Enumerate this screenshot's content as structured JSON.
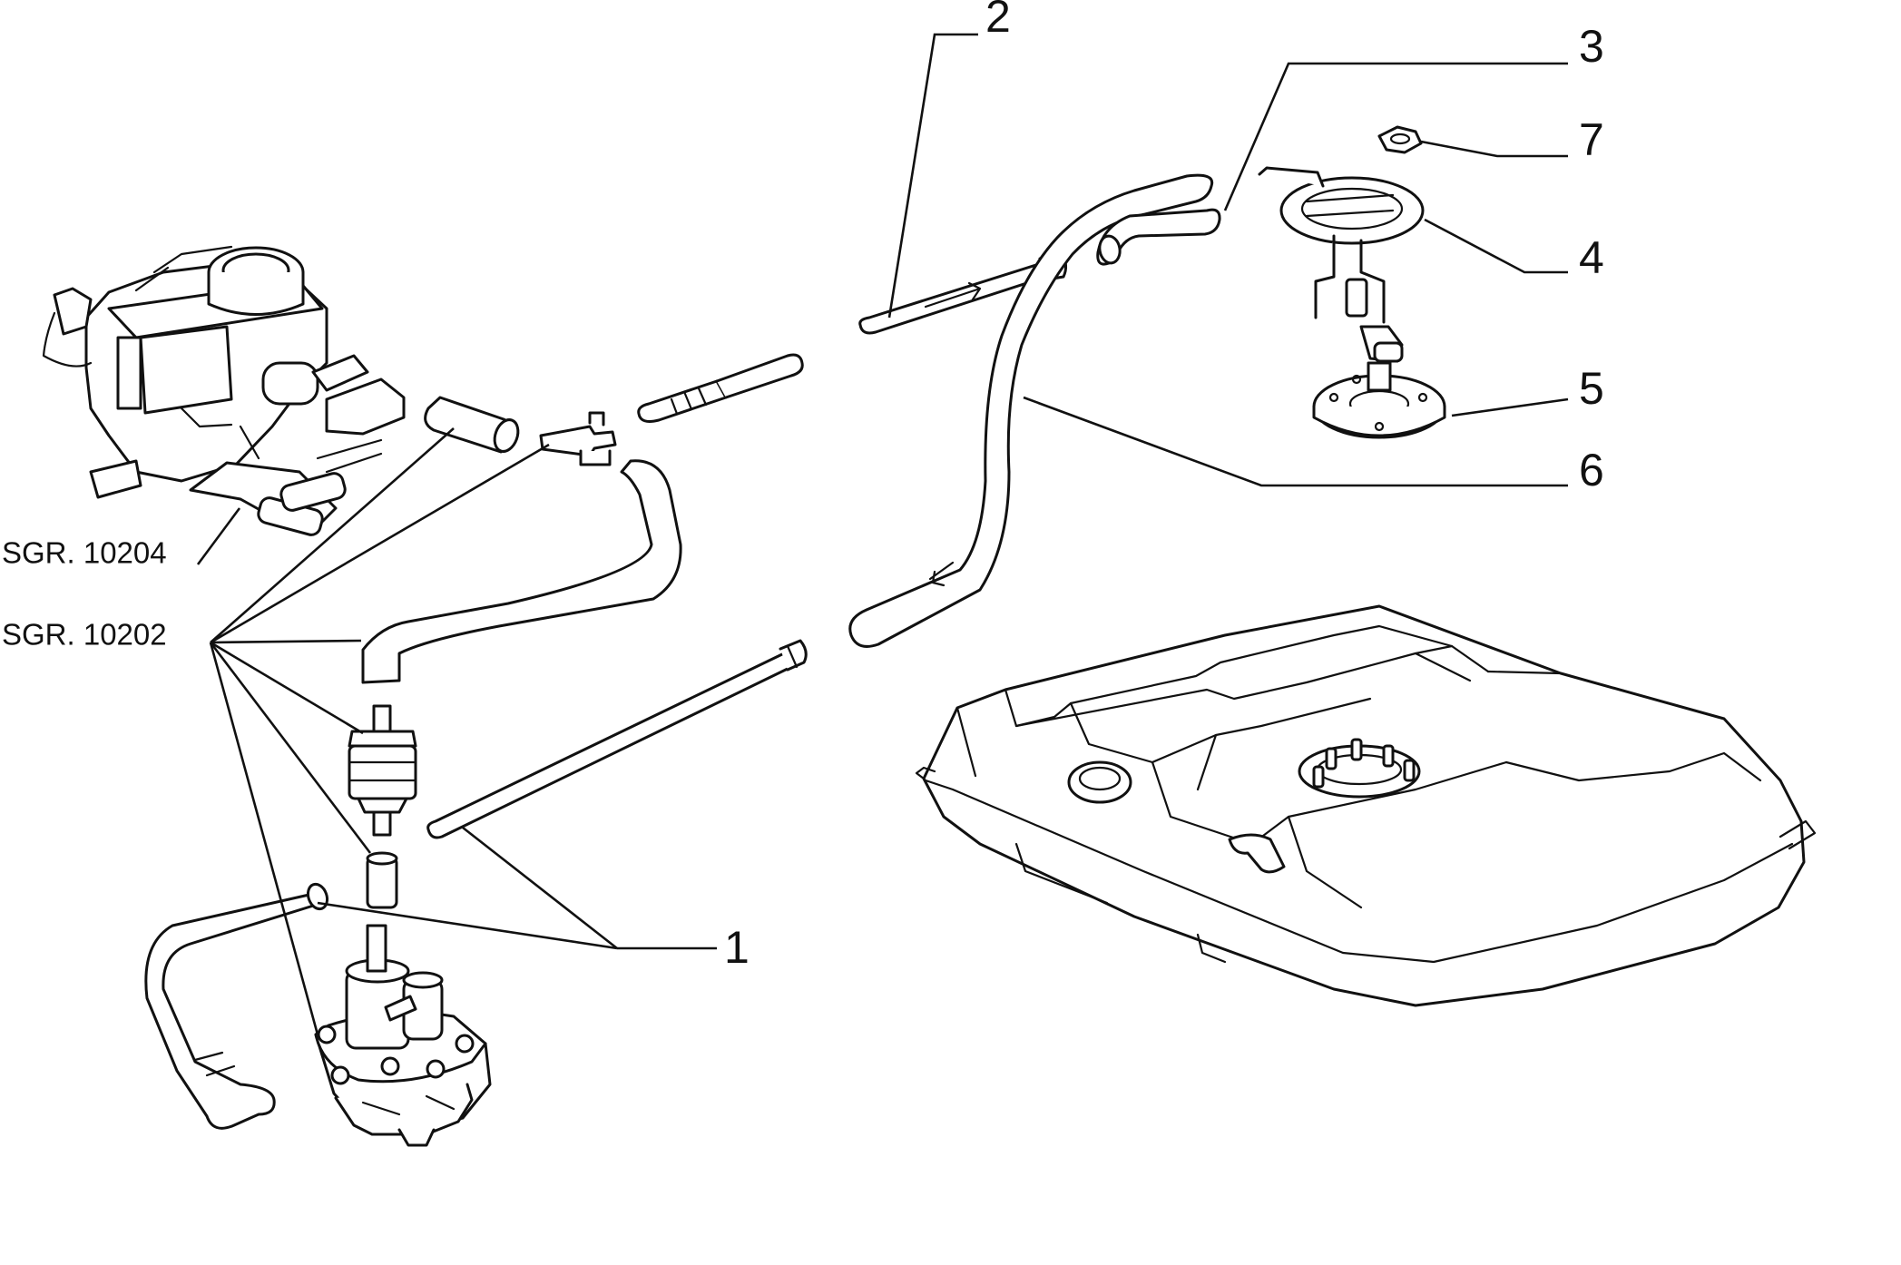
{
  "diagram": {
    "callouts": [
      {
        "id": "1",
        "text": "1"
      },
      {
        "id": "2",
        "text": "2"
      },
      {
        "id": "3",
        "text": "3"
      },
      {
        "id": "4",
        "text": "4"
      },
      {
        "id": "5",
        "text": "5"
      },
      {
        "id": "6",
        "text": "6"
      },
      {
        "id": "7",
        "text": "7"
      }
    ],
    "references": [
      {
        "id": "sgr-10204",
        "text": "SGR. 10204"
      },
      {
        "id": "sgr-10202",
        "text": "SGR. 10202"
      }
    ],
    "colors": {
      "ink": "#111111",
      "paper": "#ffffff"
    }
  }
}
